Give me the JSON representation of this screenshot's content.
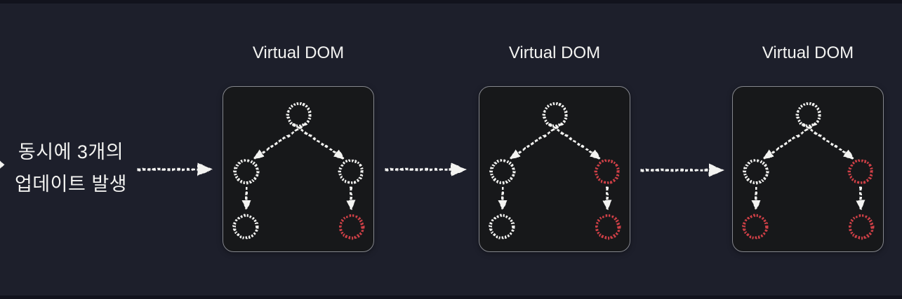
{
  "canvas": {
    "background": "#1d1f2b",
    "letterbox": "#12131d",
    "chalk_white": "#f3f3f1",
    "chalk_red": "#d04046",
    "panel_fill": "#17181a",
    "panel_border": "#85878d"
  },
  "annotation": {
    "line1": "동시에 3개의",
    "line2": "업데이트 발생"
  },
  "panels": [
    {
      "title": "Virtual DOM",
      "nodes": {
        "root": "white",
        "left_mid": "white",
        "right_mid": "white",
        "left_leaf": "white",
        "right_leaf": "red"
      }
    },
    {
      "title": "Virtual DOM",
      "nodes": {
        "root": "white",
        "left_mid": "white",
        "right_mid": "red",
        "left_leaf": "white",
        "right_leaf": "red"
      }
    },
    {
      "title": "Virtual DOM",
      "nodes": {
        "root": "white",
        "left_mid": "white",
        "right_mid": "red",
        "left_leaf": "red",
        "right_leaf": "red"
      }
    }
  ]
}
